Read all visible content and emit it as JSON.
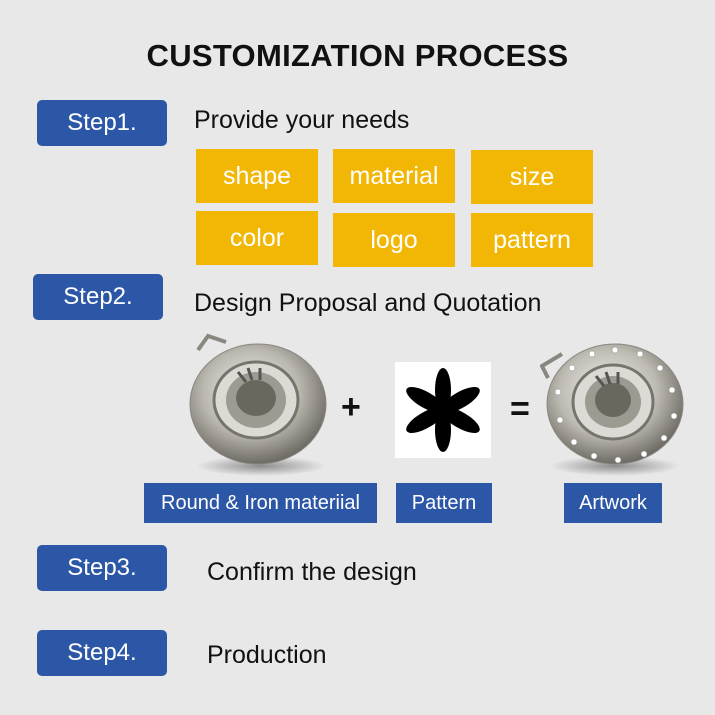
{
  "title": "CUSTOMIZATION PROCESS",
  "steps": [
    {
      "label": "Step1.",
      "text": "Provide your needs"
    },
    {
      "label": "Step2.",
      "text": "Design Proposal and Quotation"
    },
    {
      "label": "Step3.",
      "text": "Confirm the design"
    },
    {
      "label": "Step4.",
      "text": "Production"
    }
  ],
  "needs": [
    "shape",
    "material",
    "size",
    "color",
    "logo",
    "pattern"
  ],
  "design": {
    "plus": "+",
    "equals": "=",
    "captions": [
      "Round & Iron materiial",
      "Pattern",
      "Artwork"
    ]
  },
  "colors": {
    "accent": "#2c57a6",
    "tag": "#f2b705"
  }
}
